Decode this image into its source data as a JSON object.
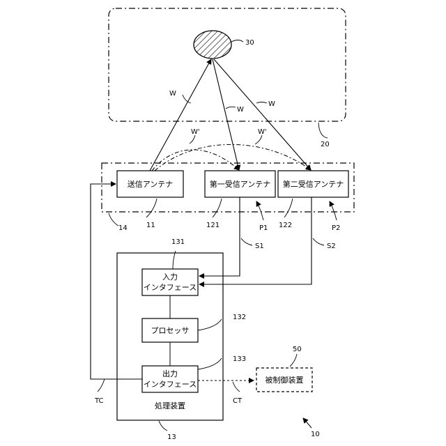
{
  "diagram": {
    "boxes": {
      "tx_antenna": "送信アンテナ",
      "rx1_antenna": "第一受信アンテナ",
      "rx2_antenna": "第二受信アンテナ",
      "input_if_line1": "入力",
      "input_if_line2": "インタフェース",
      "processor": "プロセッサ",
      "output_if_line1": "出力",
      "output_if_line2": "インタフェース",
      "controlled_device": "被制御装置",
      "processing_device": "処理装置"
    },
    "labels": {
      "target": "30",
      "region": "20",
      "antenna_unit": "14",
      "tx_ref": "11",
      "rx1_ref": "121",
      "rx2_ref": "122",
      "p1": "P1",
      "p2": "P2",
      "s1": "S1",
      "s2": "S2",
      "proc_ref": "13",
      "input_ref": "131",
      "processor_ref": "132",
      "output_ref": "133",
      "device_ref": "50",
      "tc": "TC",
      "ct": "CT",
      "system_ref": "10",
      "wave_w1": "W",
      "wave_w2": "W",
      "wave_w3": "W",
      "wave_wp1": "W'",
      "wave_wp2": "W'"
    }
  }
}
